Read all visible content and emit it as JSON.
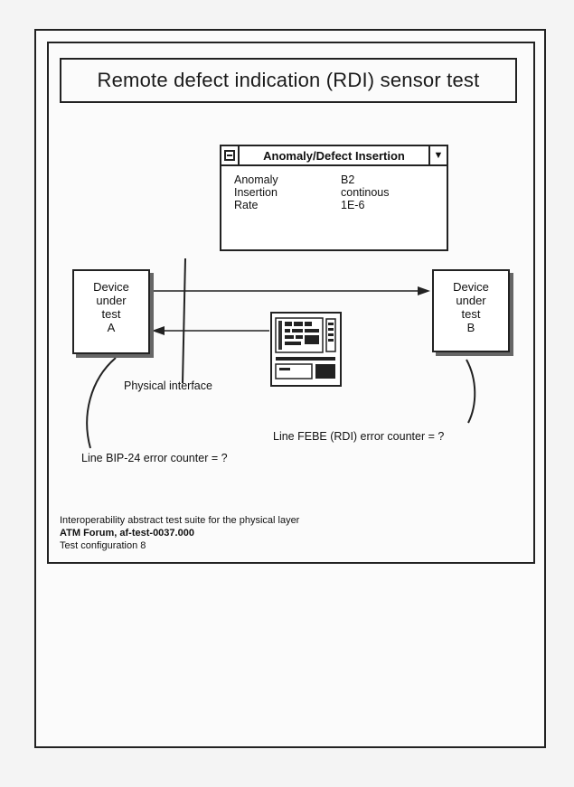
{
  "title": "Remote defect indication (RDI) sensor test",
  "anomaly_window": {
    "title": "Anomaly/Defect Insertion",
    "rows": [
      {
        "key": "Anomaly",
        "value": "B2"
      },
      {
        "key": "Insertion",
        "value": "continous"
      },
      {
        "key": "Rate",
        "value": "1E-6"
      }
    ]
  },
  "device_a": {
    "lines": [
      "Device",
      "under",
      "test",
      "A"
    ]
  },
  "device_b": {
    "lines": [
      "Device",
      "under",
      "test",
      "B"
    ]
  },
  "labels": {
    "physical_interface": "Physical interface",
    "line_febe": "Line FEBE (RDI) error counter = ?",
    "line_bip": "Line BIP-24 error counter = ?"
  },
  "footer": {
    "line1": "Interoperability abstract test suite for the physical layer",
    "line2": "ATM Forum, af-test-0037.000",
    "line3": "Test configuration 8"
  }
}
